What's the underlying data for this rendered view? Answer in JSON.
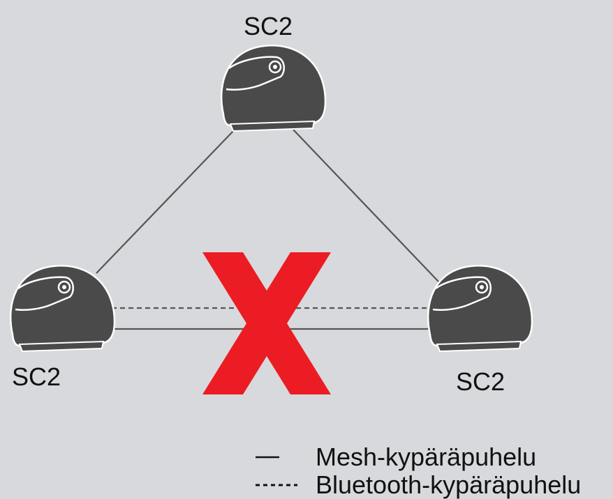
{
  "nodes": {
    "top": {
      "label": "SC2"
    },
    "left": {
      "label": "SC2"
    },
    "right": {
      "label": "SC2"
    }
  },
  "links": {
    "top_left": "mesh",
    "top_right": "mesh",
    "left_right_mesh": "mesh",
    "left_right_bluetooth": "bluetooth"
  },
  "cross_mark": {
    "glyph": "X",
    "color": "#ec1c24"
  },
  "legend": {
    "mesh": {
      "label": "Mesh-kypäräpuhelu"
    },
    "bluetooth": {
      "label": "Bluetooth-kypäräpuhelu"
    }
  },
  "colors": {
    "background": "#d8d9dc",
    "helmet": "#4a4a4a",
    "helmet_outline": "#ffffff",
    "line": "#555555",
    "cross": "#ec1c24"
  }
}
